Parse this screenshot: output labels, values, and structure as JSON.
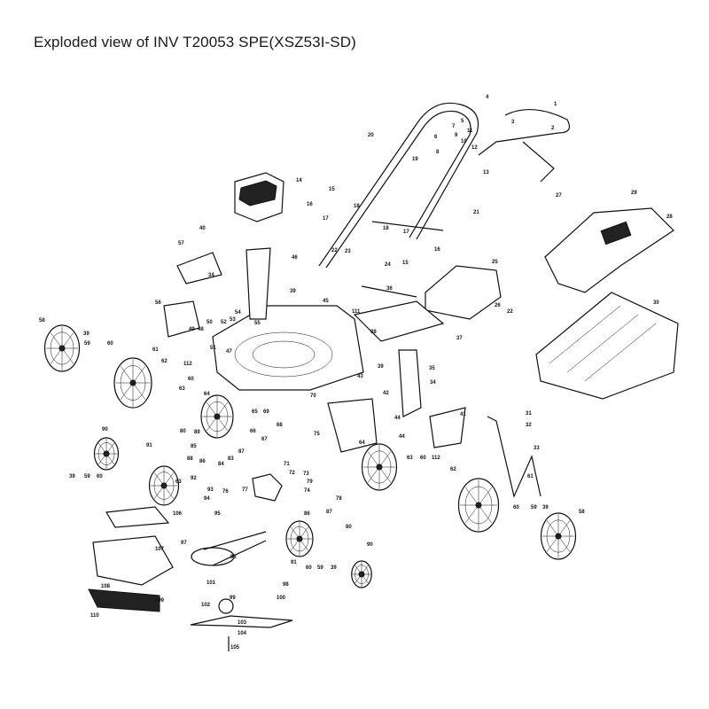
{
  "title": "Exploded view of INV T20053 SPE(XSZ53I-SD)",
  "parts": [
    "1",
    "2",
    "3",
    "4",
    "5",
    "6",
    "7",
    "8",
    "9",
    "10",
    "11",
    "12",
    "13",
    "19",
    "20",
    "14",
    "15",
    "16",
    "17",
    "18",
    "40",
    "18",
    "17",
    "21",
    "16",
    "15",
    "24",
    "22",
    "23",
    "25",
    "27",
    "29",
    "28",
    "30",
    "57",
    "34",
    "46",
    "39",
    "56",
    "45",
    "111",
    "36",
    "38",
    "37",
    "26",
    "22",
    "58",
    "39",
    "59",
    "60",
    "61",
    "62",
    "112",
    "60",
    "63",
    "64",
    "49",
    "48",
    "50",
    "52",
    "53",
    "54",
    "55",
    "51",
    "47",
    "43",
    "39",
    "42",
    "35",
    "34",
    "41",
    "44",
    "44",
    "31",
    "32",
    "33",
    "70",
    "65",
    "69",
    "68",
    "67",
    "66",
    "75",
    "90",
    "89",
    "80",
    "85",
    "91",
    "64",
    "63",
    "60",
    "62",
    "112",
    "61",
    "58",
    "59",
    "60",
    "39",
    "87",
    "83",
    "84",
    "86",
    "88",
    "71",
    "72",
    "73",
    "79",
    "74",
    "78",
    "92",
    "93",
    "76",
    "77",
    "94",
    "95",
    "39",
    "59",
    "60",
    "63",
    "106",
    "107",
    "108",
    "109",
    "110",
    "97",
    "96",
    "101",
    "99",
    "100",
    "98",
    "91",
    "60",
    "59",
    "39",
    "90",
    "86",
    "87",
    "80",
    "102",
    "103",
    "104",
    "105"
  ]
}
